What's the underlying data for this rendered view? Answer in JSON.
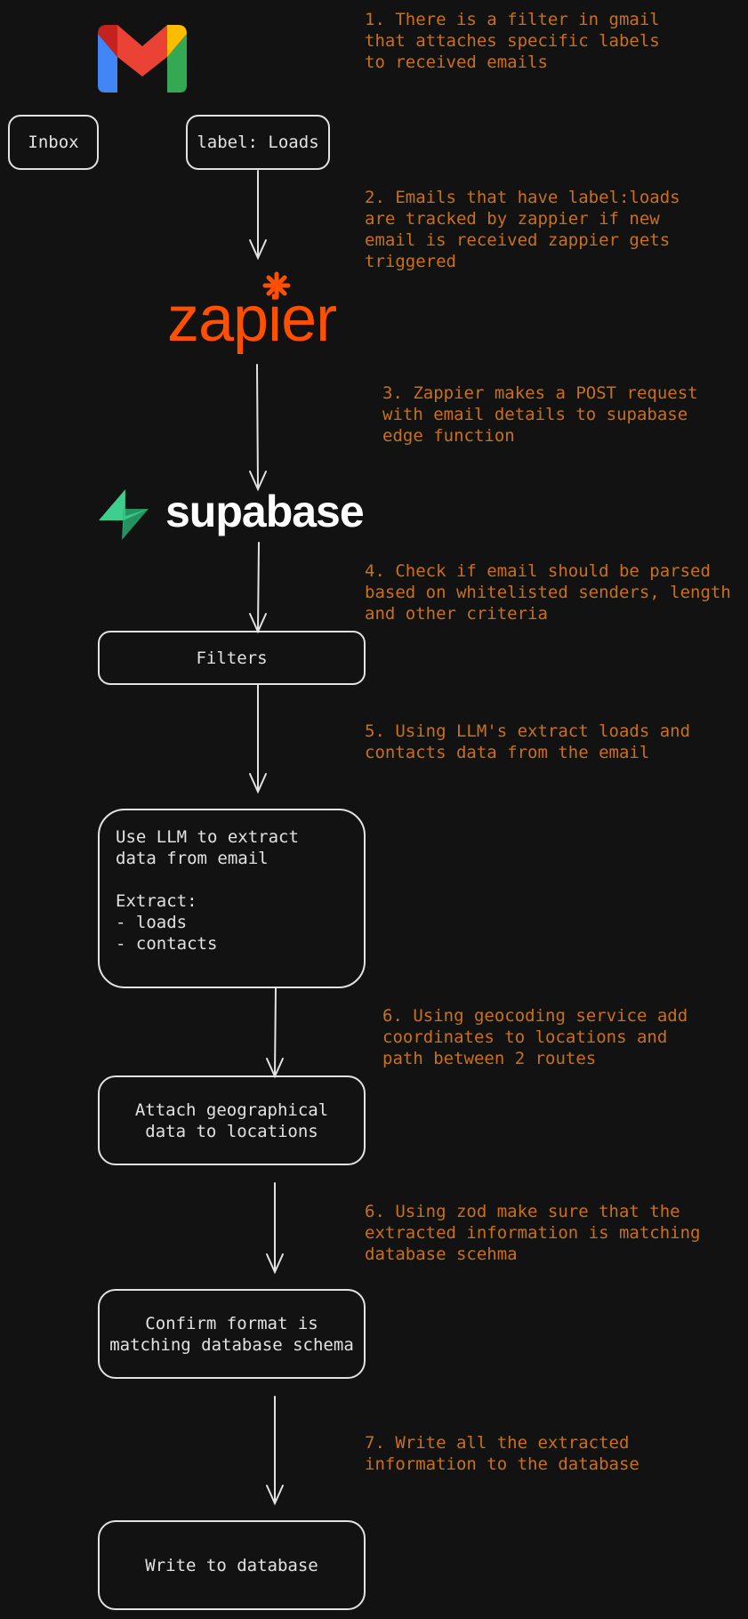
{
  "logos": {
    "gmail": "gmail-logo-icon",
    "zapier": {
      "word": "zapier",
      "color": "#ff4f00"
    },
    "supabase": {
      "word": "supabase",
      "color": "#3ecf8e"
    }
  },
  "colors": {
    "background": "#121212",
    "stroke": "#e2e2e2",
    "note": "#c8711c"
  },
  "boxes": {
    "inbox": "Inbox",
    "label_loads": "label: Loads",
    "filters": "Filters",
    "llm": "Use LLM to extract\ndata from email\n\nExtract:\n - loads\n - contacts",
    "geo": "Attach geographical\ndata to locations",
    "confirm": "Confirm format is\nmatching database schema",
    "write": "Write to database"
  },
  "notes": {
    "n1": "1. There is a filter in gmail\nthat attaches specific labels\nto received emails",
    "n2": "2. Emails that have label:loads\nare tracked by zappier if new\nemail is received zappier gets\ntriggered",
    "n3": "3. Zappier makes a POST request\nwith email details to supabase\nedge function",
    "n4": "4. Check if email should be parsed\nbased on whitelisted senders, length\nand other criteria",
    "n5": "5. Using LLM's extract loads and\ncontacts data from the email",
    "n6a": "6. Using geocoding service add\ncoordinates to locations and\npath between 2 routes",
    "n6b": "6. Using zod make sure that the\nextracted information is matching\ndatabase scehma",
    "n7": "7. Write all the extracted\ninformation to the database"
  }
}
